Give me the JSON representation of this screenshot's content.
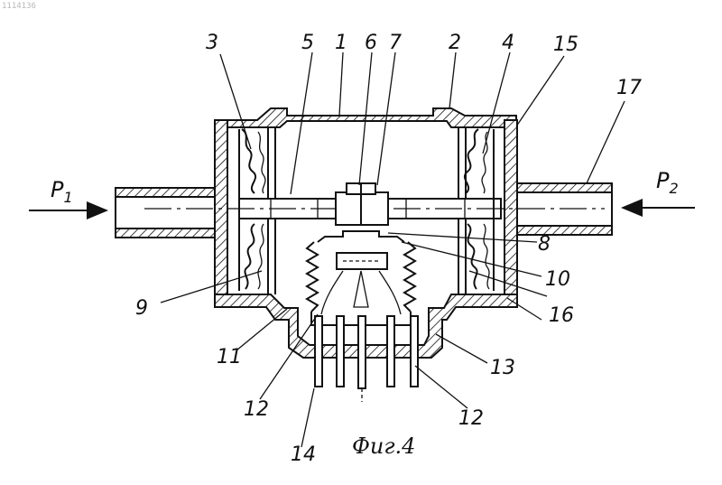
{
  "figure": {
    "doc_stamp": "1114136",
    "caption": "Фиг.4",
    "pressure_labels": {
      "p1": "P",
      "p1_sub": "1",
      "p2": "P",
      "p2_sub": "2"
    },
    "callouts": [
      "1",
      "2",
      "3",
      "4",
      "5",
      "6",
      "7",
      "8",
      "9",
      "10",
      "11",
      "12",
      "12",
      "13",
      "14",
      "15",
      "16",
      "17"
    ],
    "line_color": "#111111"
  }
}
